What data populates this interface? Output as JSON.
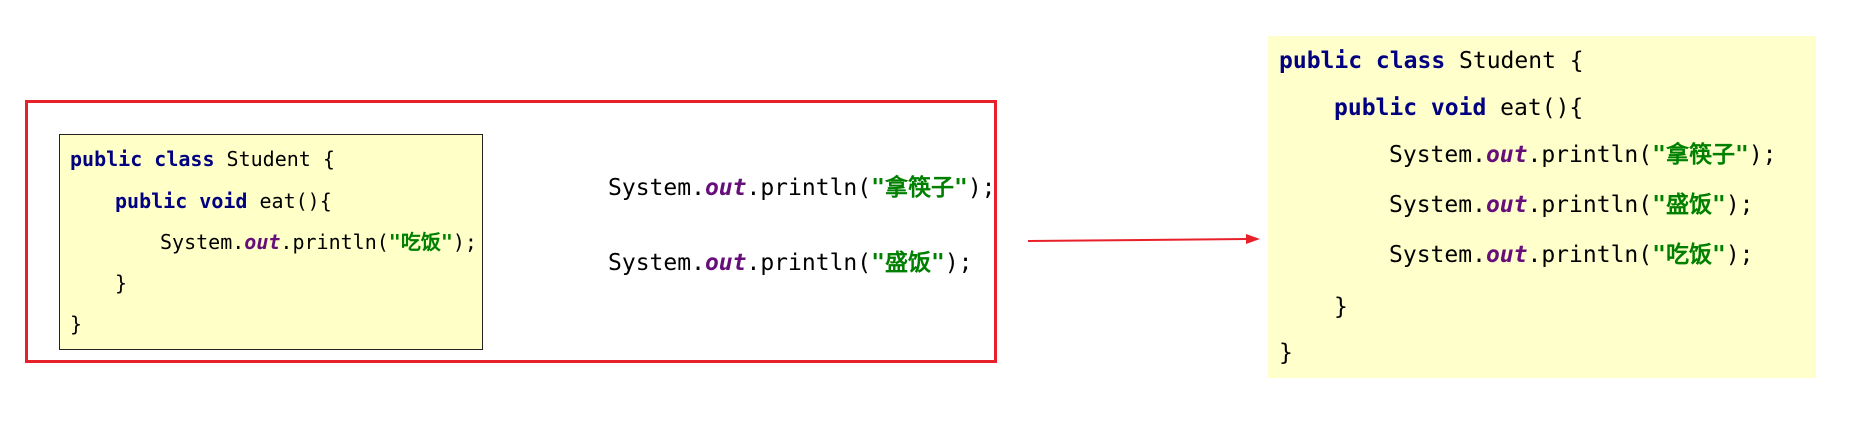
{
  "left_class": {
    "line1": {
      "kw": "public class",
      "rest": " Student {"
    },
    "line2": {
      "kw": "public void",
      "rest": " eat(){"
    },
    "line3": {
      "pre": "System.",
      "field": "out",
      "mid": ".println(",
      "str": "\"吃饭\"",
      "post": ");"
    },
    "line4": "}",
    "line5": "}"
  },
  "middle_statements": [
    {
      "pre": "System.",
      "field": "out",
      "mid": ".println(",
      "str": "\"拿筷子\"",
      "post": ");"
    },
    {
      "pre": "System.",
      "field": "out",
      "mid": ".println(",
      "str": "\"盛饭\"",
      "post": ");"
    }
  ],
  "right_class": {
    "line1": {
      "kw": "public class",
      "rest": " Student {"
    },
    "line2": {
      "kw": "public void",
      "rest": " eat(){"
    },
    "statements": [
      {
        "pre": "System.",
        "field": "out",
        "mid": ".println(",
        "str": "\"拿筷子\"",
        "post": ");"
      },
      {
        "pre": "System.",
        "field": "out",
        "mid": ".println(",
        "str": "\"盛饭\"",
        "post": ");"
      },
      {
        "pre": "System.",
        "field": "out",
        "mid": ".println(",
        "str": "\"吃饭\"",
        "post": ");"
      }
    ],
    "line6": "}",
    "line7": "}"
  },
  "colors": {
    "frame": "#e8202a",
    "arrow": "#e8202a",
    "code_bg": "#ffffcc",
    "keyword": "#000080",
    "field": "#660e7a",
    "string": "#008000"
  }
}
